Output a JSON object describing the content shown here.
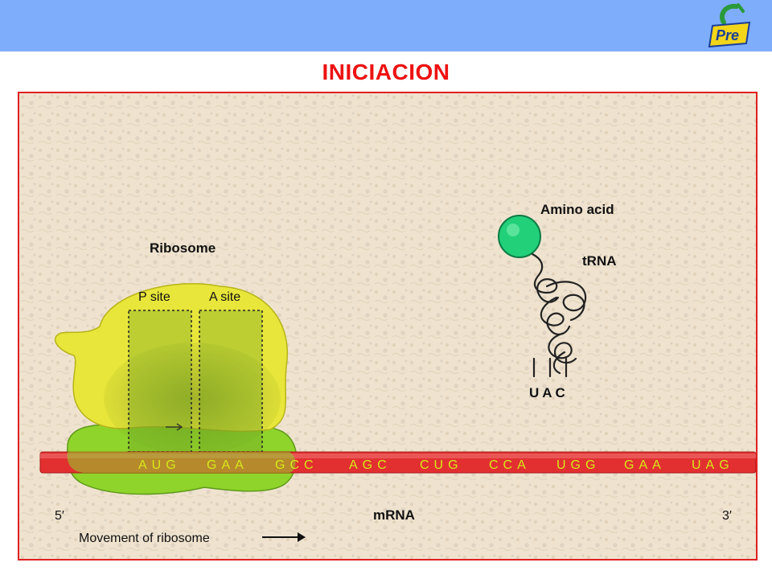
{
  "slide": {
    "title": "INICIACION",
    "logo_text": "Pre",
    "colors": {
      "topbar": "#7eadfb",
      "title": "#ee1111",
      "frame_border": "#e02020",
      "ribosome_large": "#e8e63a",
      "ribosome_small": "#8fd42a",
      "mrna": "#e23030",
      "amino_acid": "#22d07a"
    }
  },
  "diagram": {
    "ribosome_label": "Ribosome",
    "p_site_label": "P site",
    "a_site_label": "A site",
    "amino_acid_label": "Amino acid",
    "trna_label": "tRNA",
    "anticodon": "UAC",
    "codons": [
      "AUG",
      "GAA",
      "GCC",
      "AGC",
      "CUG",
      "CCA",
      "UGG",
      "GAA",
      "UAG"
    ],
    "five_prime": "5′",
    "three_prime": "3′",
    "mrna_label": "mRNA",
    "movement_label": "Movement of ribosome"
  }
}
